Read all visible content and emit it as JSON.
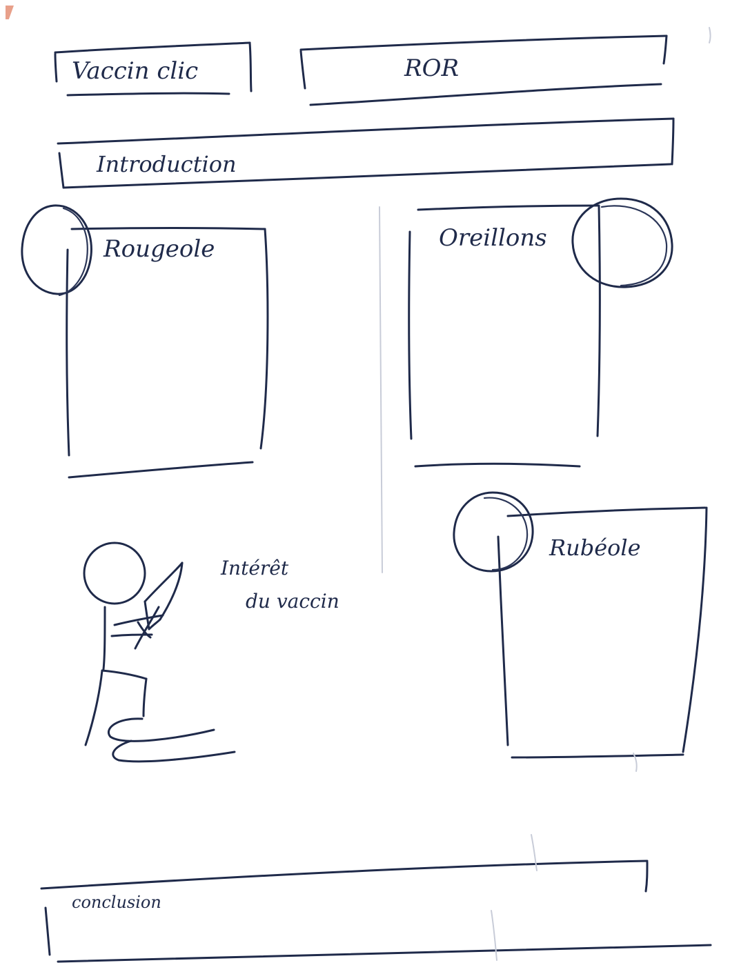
{
  "header": {
    "site_label": "Vaccin clic",
    "topic_label": "ROR"
  },
  "intro": {
    "label": "Introduction"
  },
  "cards": [
    {
      "label": "Rougeole"
    },
    {
      "label": "Oreillons"
    },
    {
      "label": "Rubéole"
    }
  ],
  "vaccine_interest": {
    "line1": "Intérêt",
    "line2": "du vaccin"
  },
  "conclusion": {
    "label": "conclusion"
  },
  "colors": {
    "ink": "#1f2a4a",
    "paper": "#ffffff"
  }
}
